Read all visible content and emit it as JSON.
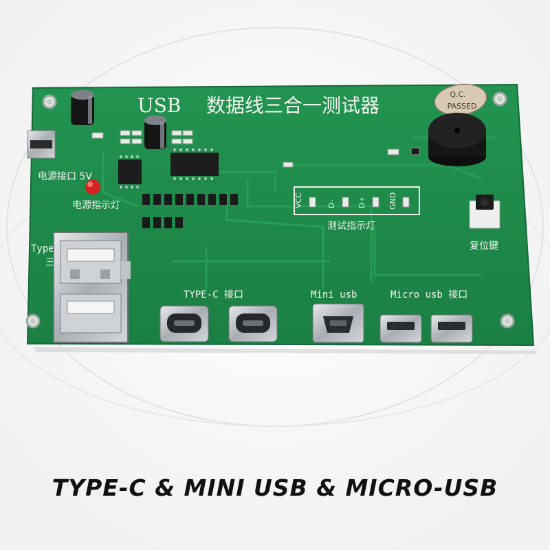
{
  "board": {
    "title_usb": "USB",
    "title_cn": "数据线三合一测试器",
    "qc_sticker_line1": "Q.C.",
    "qc_sticker_line2": "PASSED",
    "power_port_label": "电源接口 5V",
    "power_led_label": "电源指示灯",
    "input_label_line1": "Type-C Micro usb",
    "input_label_line2": "三 输入端",
    "test_leds_label": "测试指示灯",
    "pins": [
      "VCC",
      "D-",
      "D+",
      "GND"
    ],
    "reset_label": "复位键",
    "typec_label": "TYPE-C 接口",
    "mini_label": "Mini usb",
    "micro_label": "Micro usb 接口"
  },
  "caption": "TYPE-C & MINI USB & MICRO-USB",
  "colors": {
    "pcb": "#1f8a4a",
    "pcb_dark": "#17703b",
    "silkscreen": "#f2f4ef",
    "background": "#ffffff",
    "caption": "#111111"
  }
}
